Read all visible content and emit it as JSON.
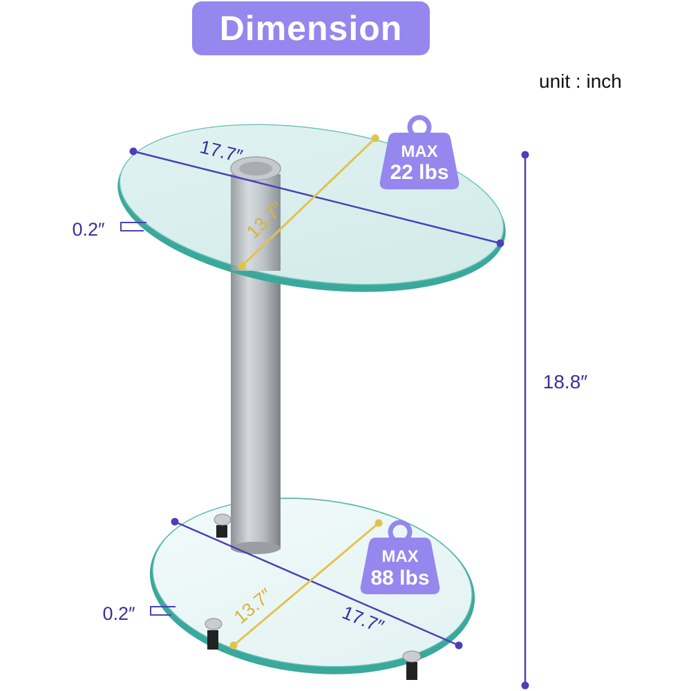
{
  "title": "Dimension",
  "unit_label": "unit : inch",
  "colors": {
    "accent": "#9587ee",
    "dimension_blue": "#4b3fb8",
    "dimension_gold": "#e3c24a",
    "glass_edge": "#36a79a",
    "glass_fill": "#eaf6f6",
    "pole": "#b0b4b8"
  },
  "dimensions": {
    "top_length": "17.7″",
    "top_width": "13.7″",
    "top_thickness": "0.2″",
    "height": "18.8″",
    "bottom_length": "17.7″",
    "bottom_width": "13.7″",
    "bottom_thickness": "0.2″"
  },
  "weights": {
    "top": {
      "label": "MAX",
      "value": "22 lbs"
    },
    "bottom": {
      "label": "MAX",
      "value": "88 lbs"
    }
  },
  "icons": [
    "weight-icon"
  ]
}
